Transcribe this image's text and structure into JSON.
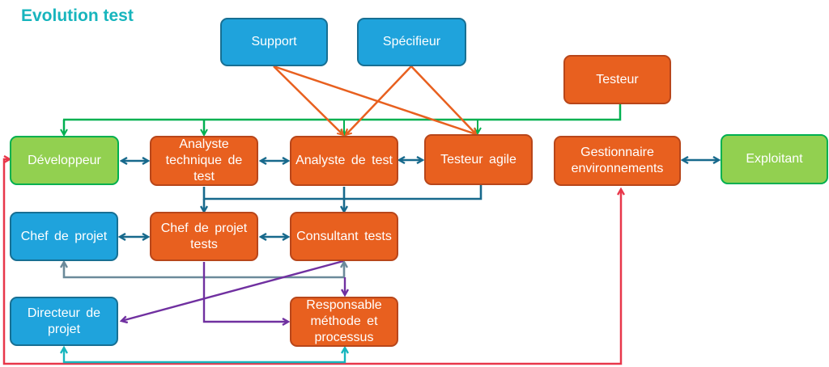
{
  "title": "Evolution test",
  "colors": {
    "title": "#17b5bd",
    "blue_box": "#1fa3dc",
    "orange_box": "#e8601f",
    "green_box": "#92d050",
    "arrow_orange": "#e8601f",
    "arrow_green": "#00b050",
    "arrow_darkblue": "#17698c",
    "arrow_grey": "#6b8a9a",
    "arrow_purple": "#7030a0",
    "arrow_cyan": "#17b5bd",
    "arrow_red": "#e8374a"
  },
  "nodes": {
    "support": "Support",
    "specifieur": "Spécifieur",
    "testeur": "Testeur",
    "developpeur": "Développeur",
    "analyste_technique": "Analyste technique de test",
    "analyste_test": "Analyste de test",
    "testeur_agile": "Testeur agile",
    "gestionnaire_env": "Gestionnaire environnements",
    "exploitant": "Exploitant",
    "chef_projet": "Chef de projet",
    "chef_projet_tests": "Chef de projet tests",
    "consultant_tests": "Consultant tests",
    "directeur_projet": "Directeur de projet",
    "responsable_methode": "Responsable méthode et processus"
  },
  "edges": [
    {
      "from": "support",
      "to": "analyste_test",
      "color": "orange"
    },
    {
      "from": "support",
      "to": "testeur_agile",
      "color": "orange"
    },
    {
      "from": "specifieur",
      "to": "analyste_test",
      "color": "orange"
    },
    {
      "from": "specifieur",
      "to": "testeur_agile",
      "color": "orange"
    },
    {
      "from": "testeur",
      "to": [
        "developpeur",
        "analyste_technique",
        "analyste_test",
        "testeur_agile"
      ],
      "color": "green"
    },
    {
      "from": "developpeur",
      "to": "analyste_technique",
      "color": "darkblue",
      "bidirectional": true
    },
    {
      "from": "analyste_technique",
      "to": "analyste_test",
      "color": "darkblue",
      "bidirectional": true
    },
    {
      "from": "analyste_test",
      "to": "testeur_agile",
      "color": "darkblue",
      "bidirectional": true
    },
    {
      "from": "gestionnaire_env",
      "to": "exploitant",
      "color": "darkblue",
      "bidirectional": true
    },
    {
      "from": [
        "analyste_technique",
        "analyste_test",
        "testeur_agile"
      ],
      "to": [
        "chef_projet_tests",
        "consultant_tests"
      ],
      "color": "darkblue"
    },
    {
      "from": "chef_projet",
      "to": "chef_projet_tests",
      "color": "darkblue",
      "bidirectional": true
    },
    {
      "from": "chef_projet_tests",
      "to": "consultant_tests",
      "color": "darkblue",
      "bidirectional": true
    },
    {
      "from": "chef_projet",
      "to": "consultant_tests",
      "color": "grey",
      "bidirectional": true
    },
    {
      "from": "consultant_tests",
      "to": "directeur_projet",
      "color": "purple"
    },
    {
      "from": "consultant_tests",
      "to": "responsable_methode",
      "color": "purple"
    },
    {
      "from": "chef_projet_tests",
      "to": "responsable_methode",
      "color": "purple"
    },
    {
      "from": "directeur_projet",
      "to": "responsable_methode",
      "color": "cyan",
      "bidirectional": true
    },
    {
      "from": "developpeur",
      "to": "gestionnaire_env",
      "color": "red",
      "bidirectional": true
    }
  ]
}
